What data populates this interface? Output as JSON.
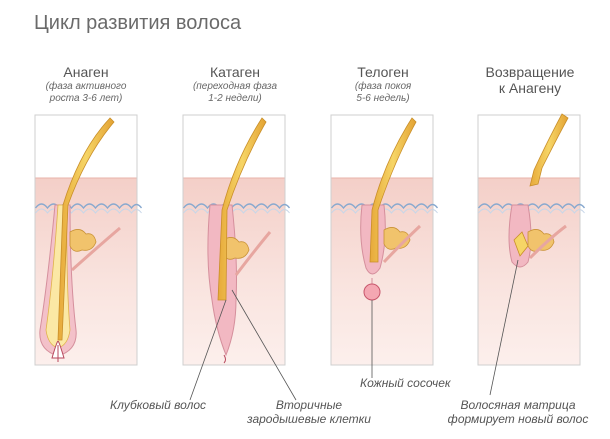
{
  "title": "Цикл развития волоса",
  "phases": [
    {
      "name": "Анаген",
      "desc_line1": "(фаза активного",
      "desc_line2": "роста 3-6 лет)"
    },
    {
      "name": "Катаген",
      "desc_line1": "(переходная фаза",
      "desc_line2": "1-2 недели)"
    },
    {
      "name": "Телоген",
      "desc_line1": "(фаза покоя",
      "desc_line2": "5-6 недель)"
    },
    {
      "name_line1": "Возвращение",
      "name_line2": "к Анагену"
    }
  ],
  "labels": {
    "club_hair": "Клубковый волос",
    "secondary_line1": "Вторичные",
    "secondary_line2": "зародышевые клетки",
    "papilla": "Кожный сосочек",
    "matrix_line1": "Волосяная матрица",
    "matrix_line2": "формирует новый волос"
  },
  "colors": {
    "skin": "#f6d5cf",
    "skin_edge": "#e7a99f",
    "hair": "#f1c24a",
    "outline": "#c9c9c9"
  }
}
